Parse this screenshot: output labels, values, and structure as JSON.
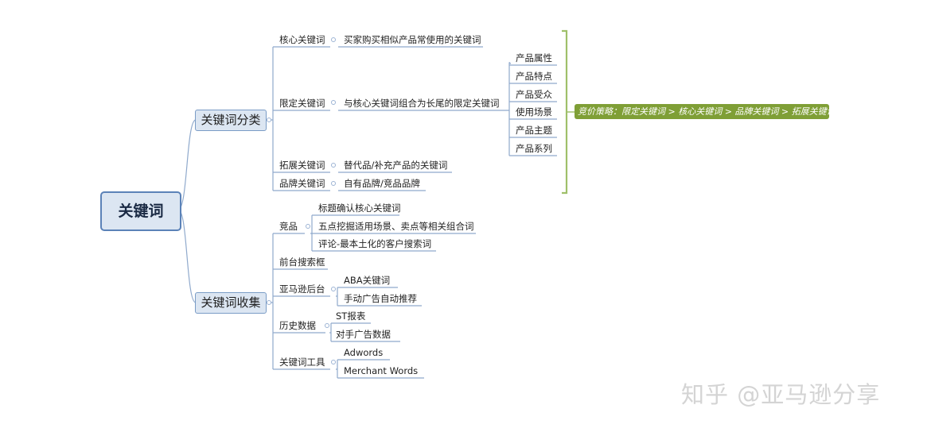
{
  "root": "关键词",
  "categories": {
    "classify": "关键词分类",
    "collect": "关键词收集"
  },
  "classify_items": {
    "core": "核心关键词",
    "core_desc": "买家购买相似产品常使用的关键词",
    "limit": "限定关键词",
    "limit_desc": "与核心关键词组合为长尾的限定关键词",
    "limit_children": [
      "产品属性",
      "产品特点",
      "产品受众",
      "使用场景",
      "产品主题",
      "产品系列"
    ],
    "expand": "拓展关键词",
    "expand_desc": "替代品/补充产品的关键词",
    "brand": "品牌关键词",
    "brand_desc": "自有品牌/竞品品牌"
  },
  "strategy_callout": "竞价策略：限定关键词 > 核心关键词 > 品牌关键词 > 拓展关键词",
  "collect_items": {
    "competitor": "竞品",
    "competitor_children": [
      "标题确认核心关键词",
      "五点挖掘适用场景、卖点等相关组合词",
      "评论-最本土化的客户搜索词"
    ],
    "frontend": "前台搜索框",
    "backend": "亚马逊后台",
    "backend_children": [
      "ABA关键词",
      "手动广告自动推荐"
    ],
    "history": "历史数据",
    "history_children": [
      "ST报表",
      "对手广告数据"
    ],
    "tools": "关键词工具",
    "tools_children": [
      "Adwords",
      "Merchant Words"
    ]
  },
  "watermark": "知乎 @亚马逊分享"
}
